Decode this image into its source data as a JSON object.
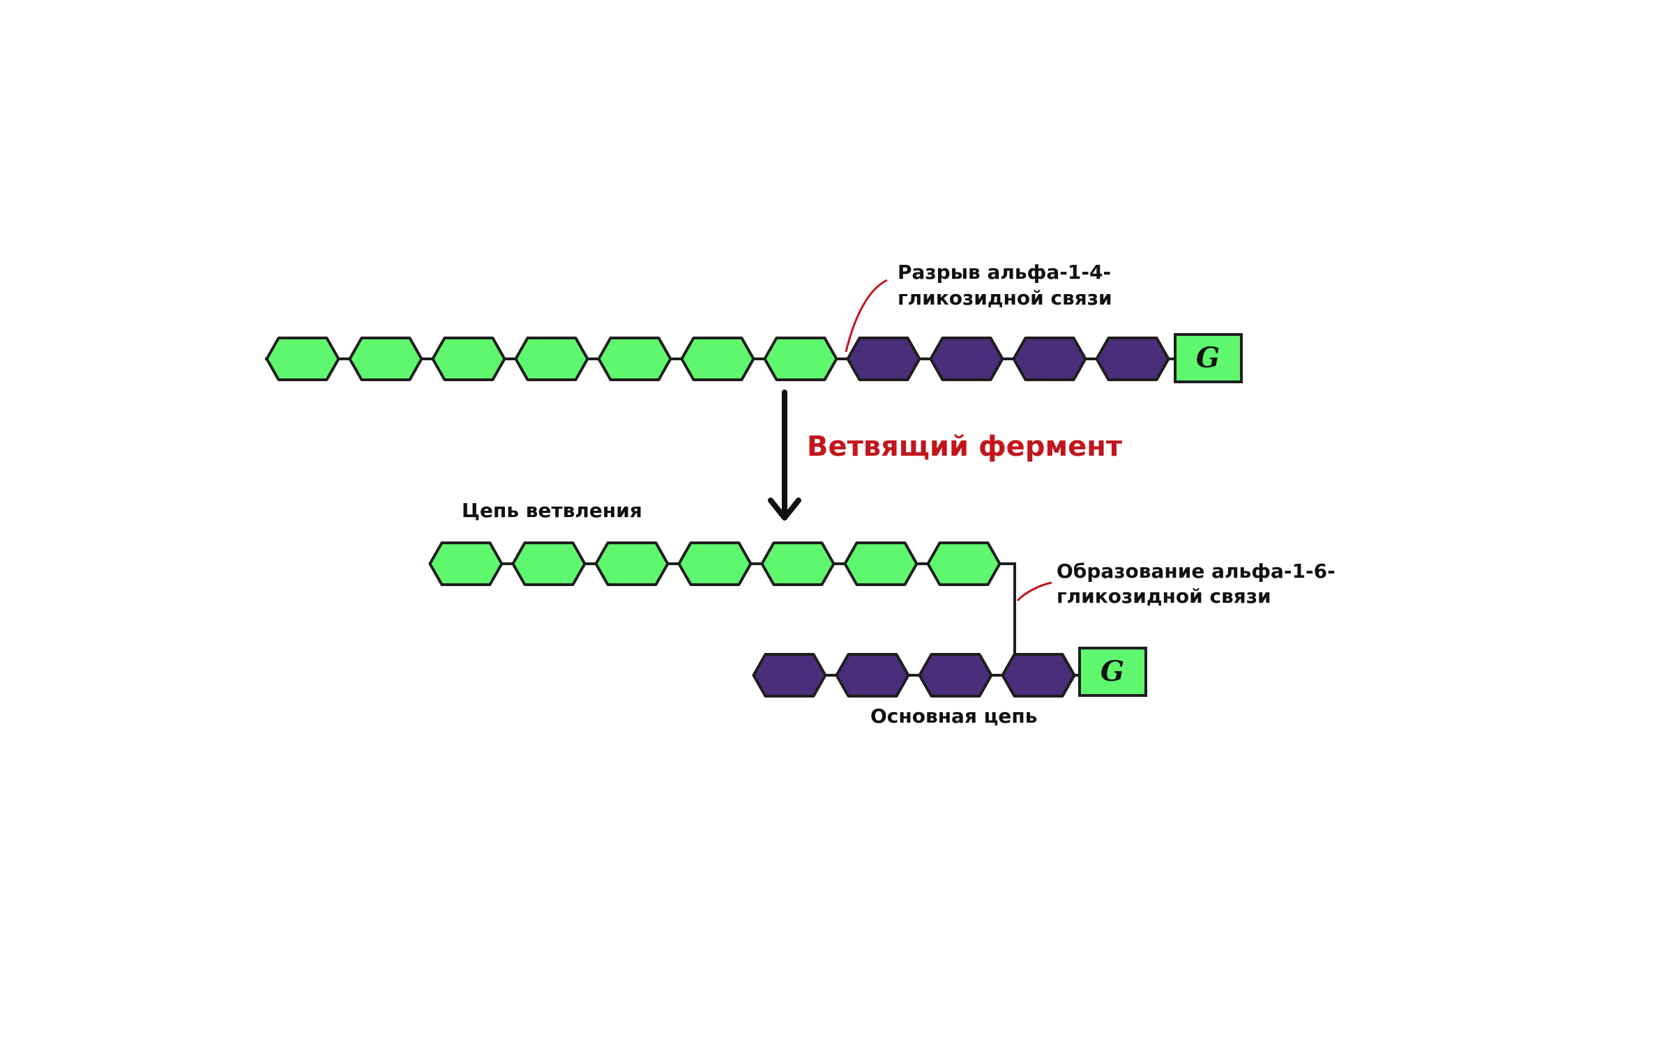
{
  "labels": {
    "break_line1": "Разрыв альфа-1-4-",
    "break_line2": "гликозидной связи",
    "enzyme": "Ветвящий фермент",
    "branch_chain": "Цепь ветвления",
    "form_line1": "Образование альфа-1-6-",
    "form_line2": "гликозидной связи",
    "main_chain": "Основная цепь",
    "glycogenin_top": "G",
    "glycogenin_bottom": "G"
  },
  "chains": {
    "top": {
      "green_units": 7,
      "purple_units": 4
    },
    "branch": {
      "green_units": 7
    },
    "main": {
      "purple_units": 4
    }
  },
  "colors": {
    "green": "#5FF76D",
    "purple": "#4A2E7A",
    "outline": "#1E1E1E",
    "accent_red": "#C2161C",
    "arrow": "#111111"
  }
}
